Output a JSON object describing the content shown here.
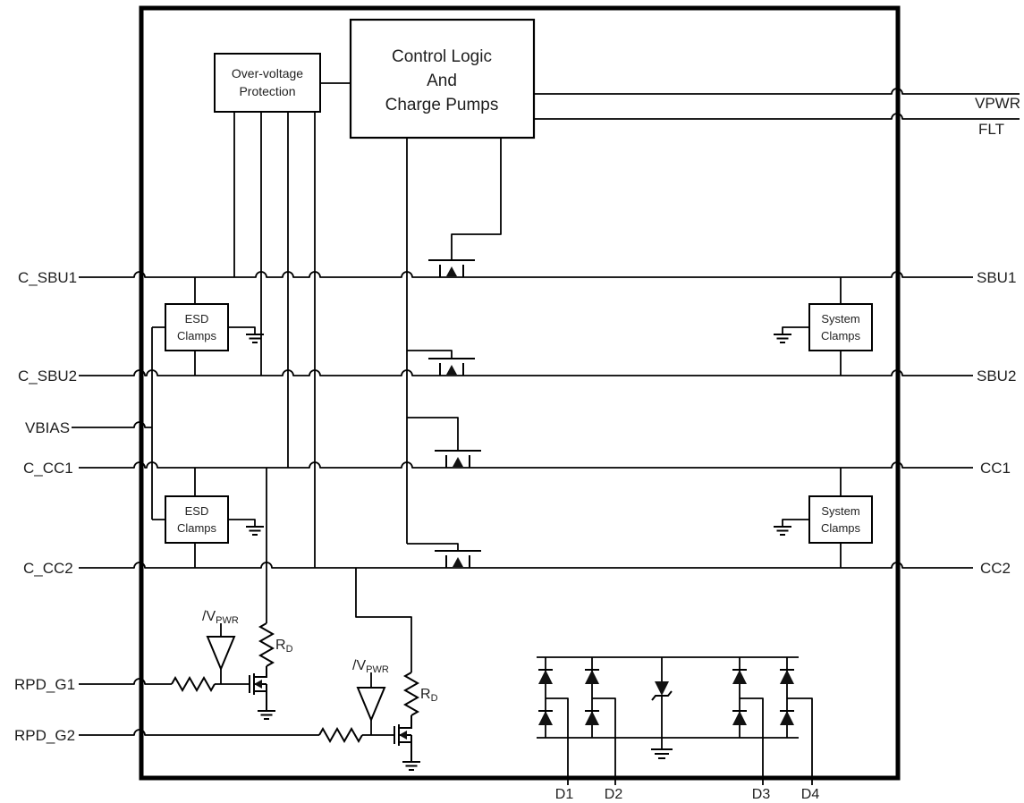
{
  "chip": {
    "control_logic": [
      "Control Logic",
      "And",
      "Charge Pumps"
    ],
    "overvoltage_protection": [
      "Over-voltage",
      "Protection"
    ],
    "esd_clamps": [
      "ESD",
      "Clamps"
    ],
    "system_clamps": [
      "System",
      "Clamps"
    ]
  },
  "pins": {
    "left": {
      "c_sbu1": "C_SBU1",
      "c_sbu2": "C_SBU2",
      "vbias": "VBIAS",
      "c_cc1": "C_CC1",
      "c_cc2": "C_CC2",
      "rpd_g1": "RPD_G1",
      "rpd_g2": "RPD_G2"
    },
    "right": {
      "vpwr": "VPWR",
      "flt": "FLT",
      "sbu1": "SBU1",
      "sbu2": "SBU2",
      "cc1": "CC1",
      "cc2": "CC2"
    },
    "bottom": {
      "d1": "D1",
      "d2": "D2",
      "d3": "D3",
      "d4": "D4"
    }
  },
  "components": {
    "inverter_supply": {
      "prefix": "/V",
      "sub": "PWR"
    },
    "pulldown_resistor": {
      "prefix": "R",
      "sub": "D"
    }
  },
  "colors": {
    "outline": "#000000",
    "background": "#ffffff",
    "text": "#1f1f1f"
  }
}
